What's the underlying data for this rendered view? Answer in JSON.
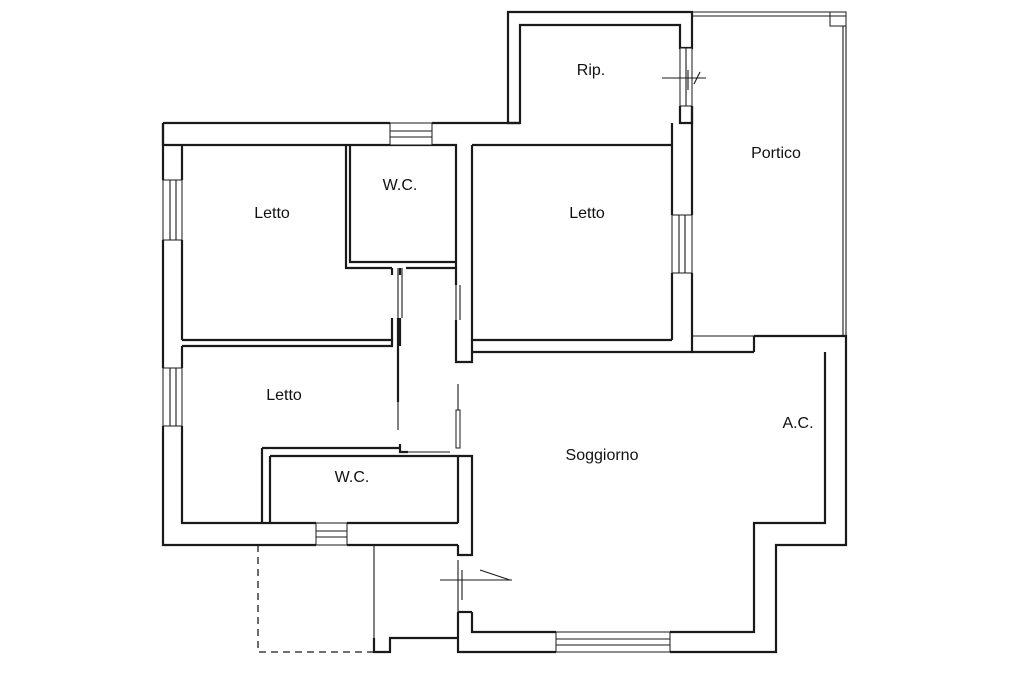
{
  "rooms": {
    "ripostiglio": "Rip.",
    "portico": "Portico",
    "letto_top_left": "Letto",
    "wc_top": "W.C.",
    "letto_top_right": "Letto",
    "letto_bottom_left": "Letto",
    "wc_bottom": "W.C.",
    "soggiorno": "Soggiorno",
    "angolo_cottura": "A.C."
  }
}
